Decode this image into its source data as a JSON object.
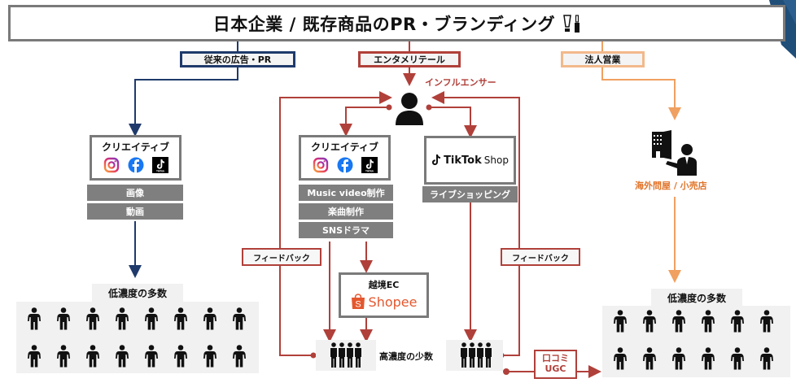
{
  "title": {
    "text": "日本企業 / 既存商品のPR・ブランディング",
    "icon": "cosmetics-icon"
  },
  "colors": {
    "traditional": "#1f3a6b",
    "entertainment": "#b0403a",
    "corporate": "#f0a060",
    "corporate_text": "#e0742a",
    "grey_bar": "#7f7f7f",
    "panel": "#f1f1f1",
    "shopee": "#e4572e",
    "corner_decoration": "#1f4e79"
  },
  "categories": [
    {
      "id": "traditional",
      "label": "従来の広告・PR"
    },
    {
      "id": "entertainment",
      "label": "エンタメリテール"
    },
    {
      "id": "corporate",
      "label": "法人営業"
    }
  ],
  "traditional": {
    "creative_label": "クリエイティブ",
    "sns_icons": [
      "instagram-icon",
      "facebook-icon",
      "tiktok-icon"
    ],
    "items": [
      "画像",
      "動画"
    ],
    "audience_label": "低濃度の多数",
    "audience_count": 16
  },
  "entertainment": {
    "influencer_label": "インフルエンサー",
    "creative_label": "クリエイティブ",
    "sns_icons": [
      "instagram-icon",
      "facebook-icon",
      "tiktok-icon"
    ],
    "creative_items": [
      "Music video制作",
      "楽曲制作",
      "SNSドラマ"
    ],
    "tiktok_shop": {
      "brand": "TikTok",
      "suffix": "Shop",
      "item": "ライブショッピング"
    },
    "cross_border": {
      "label": "越境EC",
      "brand": "Shopee"
    },
    "feedback_left": "フィードバック",
    "feedback_right": "フィードバック",
    "audience_label": "高濃度の少数",
    "ugc_line1": "口コミ",
    "ugc_line2": "UGC"
  },
  "corporate": {
    "label": "海外問屋 / 小売店",
    "audience_label": "低濃度の多数",
    "audience_count": 12
  },
  "tiktok_badge": "TikTok"
}
